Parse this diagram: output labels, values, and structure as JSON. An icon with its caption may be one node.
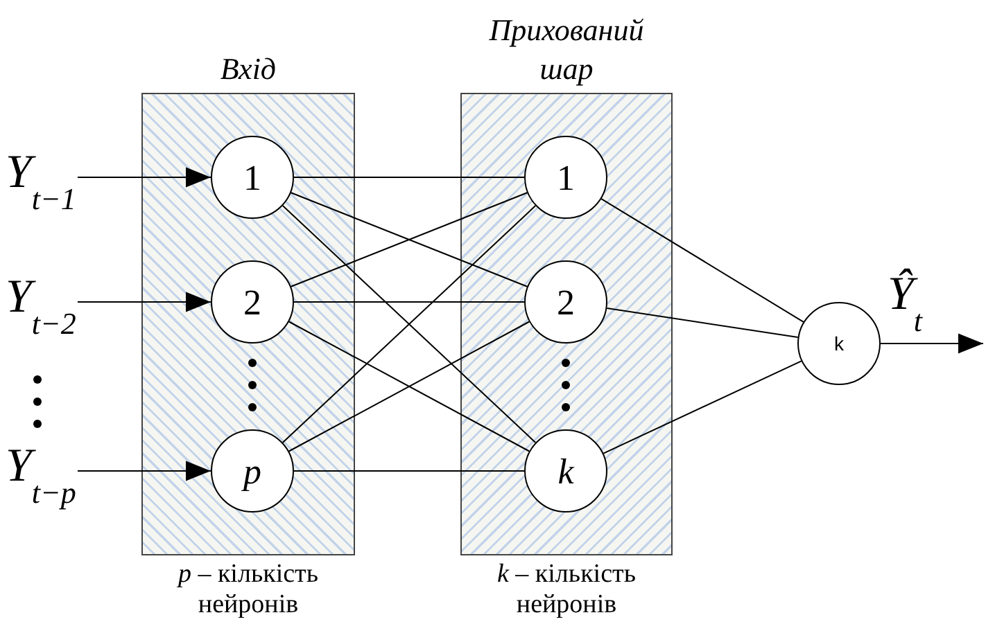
{
  "diagram": {
    "nodes": [
      {
        "text": [
          "Вхід"
        ],
        "beside": [
          "*p* – кількість нейронів"
        ]
      },
      {
        "text": [
          "Прихований шар"
        ],
        "beside": [
          "*k* – кількість нейронів"
        ]
      },
      {
        "text": [
          "1"
        ],
        "in": 0
      },
      {
        "text": [
          "2"
        ],
        "in": 0
      },
      {
        "text": [
          "p"
        ],
        "in": 0
      },
      {
        "text": [
          "1"
        ],
        "in": 1
      },
      {
        "text": [
          "2"
        ],
        "in": 1
      },
      {
        "text": [
          "k"
        ],
        "in": 1
      },
      {
        "text": [
          "k"
        ]
      },
      {
        "text": [
          "Y$_{t−1}$"
        ]
      },
      {
        "text": [
          "Y$_{t−2}$"
        ]
      },
      {
        "text": [
          "Y$_{t−p}$"
        ]
      }
    ],
    "edges": [
      {
        "from": 9,
        "to": 2,
        "arrow": "to"
      },
      {
        "from": 10,
        "to": 3,
        "arrow": "to"
      },
      {
        "from": 11,
        "to": 4,
        "arrow": "to"
      },
      {
        "from": 2,
        "to": 5,
        "arrow": "none"
      },
      {
        "from": 2,
        "to": 6,
        "arrow": "none"
      },
      {
        "from": 2,
        "to": 7,
        "arrow": "none"
      },
      {
        "from": 3,
        "to": 5,
        "arrow": "none"
      },
      {
        "from": 3,
        "to": 6,
        "arrow": "none"
      },
      {
        "from": 3,
        "to": 7,
        "arrow": "none"
      },
      {
        "from": 4,
        "to": 5,
        "arrow": "none"
      },
      {
        "from": 4,
        "to": 6,
        "arrow": "none"
      },
      {
        "from": 4,
        "to": 7,
        "arrow": "none"
      },
      {
        "from": 5,
        "to": 8,
        "arrow": "none"
      },
      {
        "from": 6,
        "to": 8,
        "arrow": "none"
      },
      {
        "from": 7,
        "to": 8,
        "arrow": "none"
      },
      {
        "from": 8,
        "to": null,
        "arrow": "to"
      }
    ],
    "labels": [
      "Ŷ$_{t}$"
    ]
  }
}
